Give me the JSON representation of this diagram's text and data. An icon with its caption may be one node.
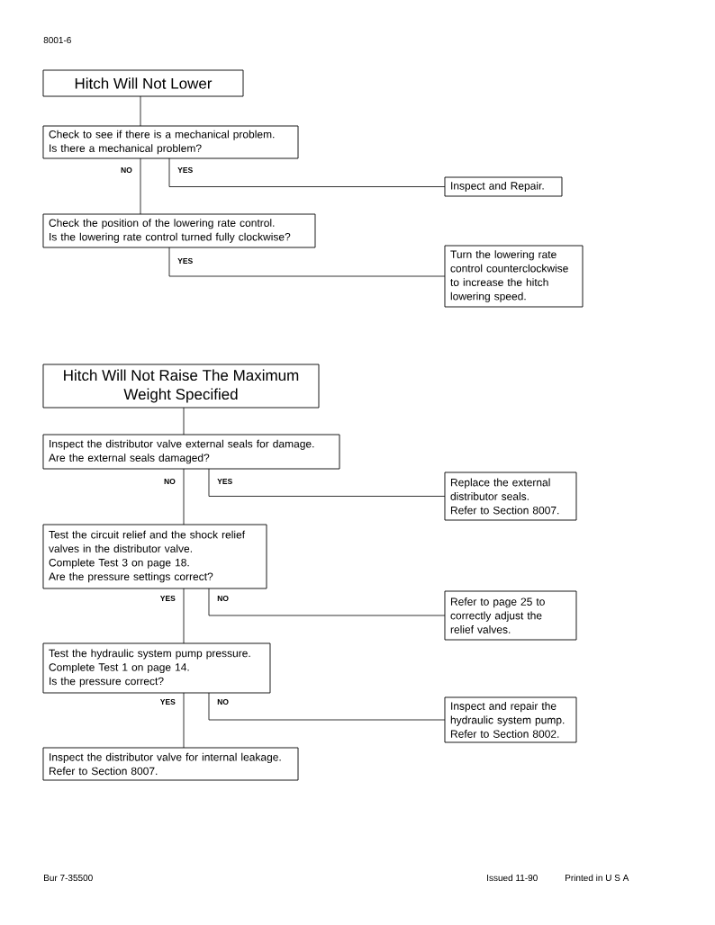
{
  "diagram": {
    "nodes": [
      {
        "text": [
          "Hitch Will Not Lower"
        ]
      },
      {
        "text": [
          "Check to see if there is a mechanical problem.",
          "Is there a mechanical problem?"
        ]
      },
      {
        "text": [
          "Inspect and Repair."
        ]
      },
      {
        "text": [
          "Check the position of the lowering rate control.",
          "Is the lowering rate control turned fully clockwise?"
        ]
      },
      {
        "text": [
          "Turn the lowering rate control counterclockwise to increase the hitch lowering speed."
        ]
      },
      {
        "text": [
          "Hitch Will Not Raise The Maximum Weight Specified"
        ]
      },
      {
        "text": [
          "Inspect the distributor valve external seals for damage.",
          "Are the external seals damaged?"
        ]
      },
      {
        "text": [
          "Replace the external distributor seals.",
          "Refer to Section 8007."
        ]
      },
      {
        "text": [
          "Test the circuit relief and the shock relief valves in the distributor valve.",
          "Complete Test 3 on page 18.",
          "Are the pressure settings correct?"
        ]
      },
      {
        "text": [
          "Refer to page 25 to correctly adjust the relief valves."
        ]
      },
      {
        "text": [
          "Test the hydraulic system pump pressure.",
          "Complete Test 1 on page 14.",
          "Is the pressure correct?"
        ]
      },
      {
        "text": [
          "Inspect and repair the hydraulic system pump.",
          "Refer to Section 8002."
        ]
      },
      {
        "text": [
          "Inspect the distributor valve for internal leakage.",
          "Refer to Section 8007."
        ]
      }
    ],
    "edges": [
      {
        "from": 0,
        "to": 1,
        "arrow": "none"
      },
      {
        "from": 1,
        "to": 2,
        "arrow": "none",
        "label": "YES"
      },
      {
        "from": 1,
        "to": 3,
        "arrow": "none",
        "label": "NO"
      },
      {
        "from": 3,
        "to": 4,
        "arrow": "none",
        "label": "YES"
      },
      {
        "from": 5,
        "to": 6,
        "arrow": "none"
      },
      {
        "from": 6,
        "to": 7,
        "arrow": "none",
        "label": "YES"
      },
      {
        "from": 6,
        "to": 8,
        "arrow": "none",
        "label": "NO"
      },
      {
        "from": 8,
        "to": 9,
        "arrow": "none",
        "label": "NO"
      },
      {
        "from": 8,
        "to": 10,
        "arrow": "none",
        "label": "YES"
      },
      {
        "from": 10,
        "to": 11,
        "arrow": "none",
        "label": "NO"
      },
      {
        "from": 10,
        "to": 12,
        "arrow": "none",
        "label": "YES"
      }
    ],
    "labels": [
      "8001-6",
      "Bur 7-35500",
      "Issued 11-90",
      "Printed in U S A"
    ]
  }
}
